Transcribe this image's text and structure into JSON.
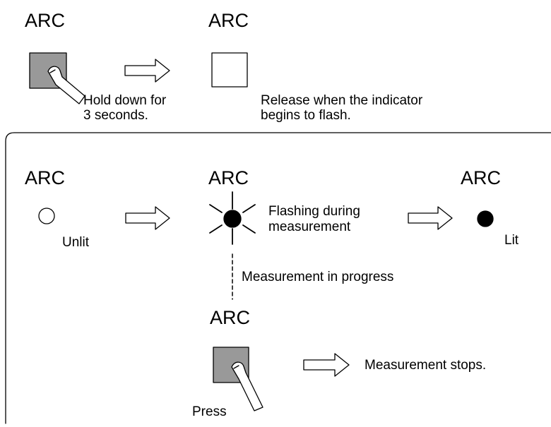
{
  "top_step": {
    "press_label": "ARC",
    "press_caption_line1": "Hold down for",
    "press_caption_line2": "3 seconds.",
    "release_label": "ARC",
    "release_caption_line1": "Release when the indicator",
    "release_caption_line2": "begins to flash."
  },
  "indicator_states": {
    "unlit_label": "ARC",
    "unlit_caption": "Unlit",
    "flashing_label": "ARC",
    "flashing_caption_line1": "Flashing during",
    "flashing_caption_line2": "measurement",
    "lit_label": "ARC",
    "lit_caption": "Lit"
  },
  "progress_note": "Measurement in progress",
  "stop_step": {
    "label": "ARC",
    "press_caption": "Press",
    "result_caption": "Measurement stops."
  },
  "colors": {
    "button_fill": "#999999",
    "line": "#000000",
    "background": "#ffffff"
  },
  "icons": [
    "finger-press-icon",
    "right-arrow-icon",
    "flash-rays-icon"
  ]
}
